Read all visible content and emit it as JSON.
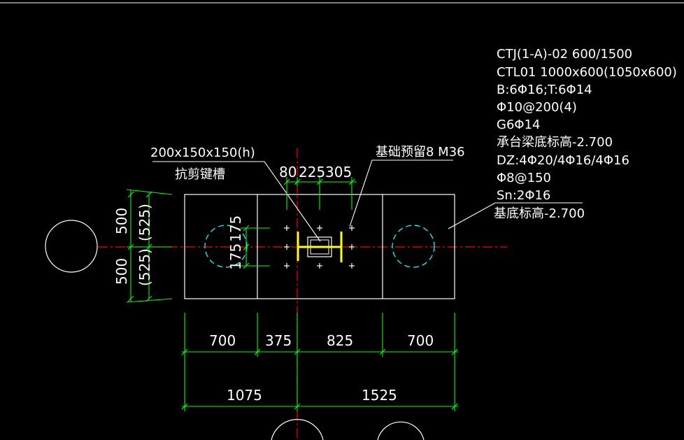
{
  "colors": {
    "background": "#000000",
    "outline": "#ffffff",
    "dimension": "#00ff00",
    "centerline": "#ff0000",
    "pile_circle": "#00ffff",
    "plate": "#ffff00"
  },
  "notes": {
    "line1": "CTJ(1-A)-02  600/1500",
    "line2": "CTL01   1000x600(1050x600)",
    "line3": "B:6Φ16;T:6Φ14",
    "line4": "Φ10@200(4)",
    "line5": "G6Φ14",
    "line6": "承台梁底标高-2.700",
    "line7": "DZ:4Φ20/4Φ16/4Φ16",
    "line8": "Φ8@150",
    "line9": "Sn:2Φ16",
    "line10": "基底标高-2.700"
  },
  "callouts": {
    "shear_key_size": "200x150x150(h)",
    "shear_key_label": "抗剪键槽",
    "anchor_bolts": "基础预留8 M36"
  },
  "dims": {
    "top_80": "80",
    "top_225": "225",
    "top_305": "305",
    "left_500_top": "500",
    "left_500_bottom": "500",
    "left_525_top": "(525)",
    "left_525_bottom": "(525)",
    "inner_175_top": "175",
    "inner_175_bottom": "175",
    "bottom_700_left": "700",
    "bottom_375": "375",
    "bottom_825": "825",
    "bottom_700_right": "700",
    "total_1075": "1075",
    "total_1525": "1525"
  }
}
